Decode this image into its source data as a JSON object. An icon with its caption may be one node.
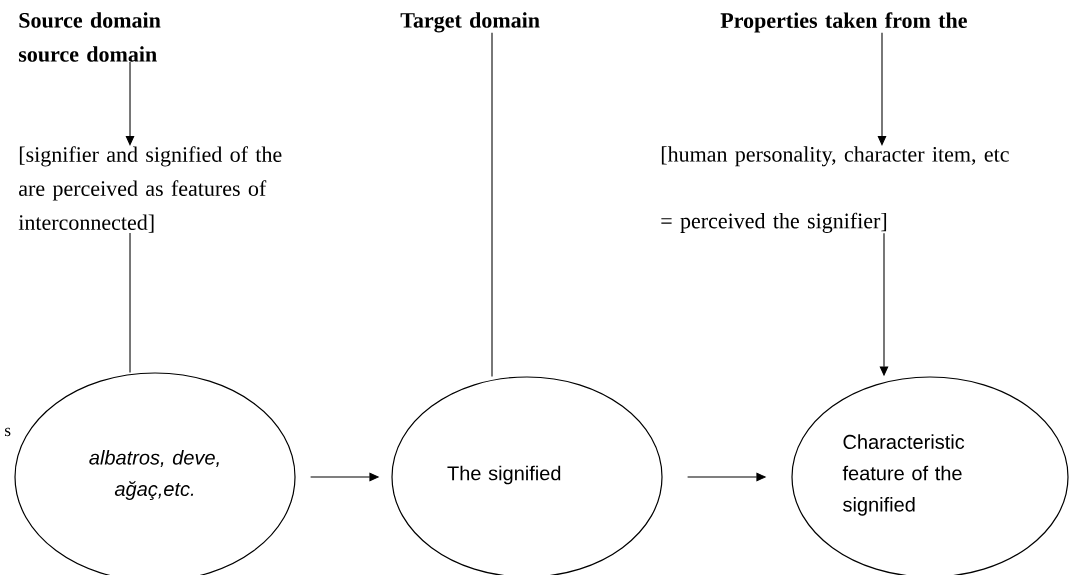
{
  "diagram": {
    "nodes": [
      {
        "text": [
          "Source domain source domain"
        ]
      },
      {
        "text": [
          "[signifier and signified of the are perceived as features of interconnected]"
        ]
      },
      {
        "text": [
          "albatros, deve, ağaç,etc."
        ]
      },
      {
        "text": [
          "Target domain"
        ]
      },
      {
        "text": [
          "The signified"
        ]
      },
      {
        "text": [
          "Properties taken from the"
        ]
      },
      {
        "text": [
          "[human personality, character item, etc = perceived the signifier]"
        ]
      },
      {
        "text": [
          "Characteristic feature of the signified"
        ]
      }
    ],
    "edges": [
      {
        "from": 0,
        "to": 1,
        "arrow": "to"
      },
      {
        "from": 1,
        "to": 2,
        "arrow": "none"
      },
      {
        "from": 3,
        "to": 4,
        "arrow": "none"
      },
      {
        "from": 2,
        "to": 4,
        "arrow": "to"
      },
      {
        "from": 4,
        "to": 7,
        "arrow": "to"
      },
      {
        "from": 5,
        "to": 6,
        "arrow": "to"
      },
      {
        "from": 6,
        "to": 7,
        "arrow": "to"
      }
    ],
    "labels": [
      "s"
    ]
  }
}
